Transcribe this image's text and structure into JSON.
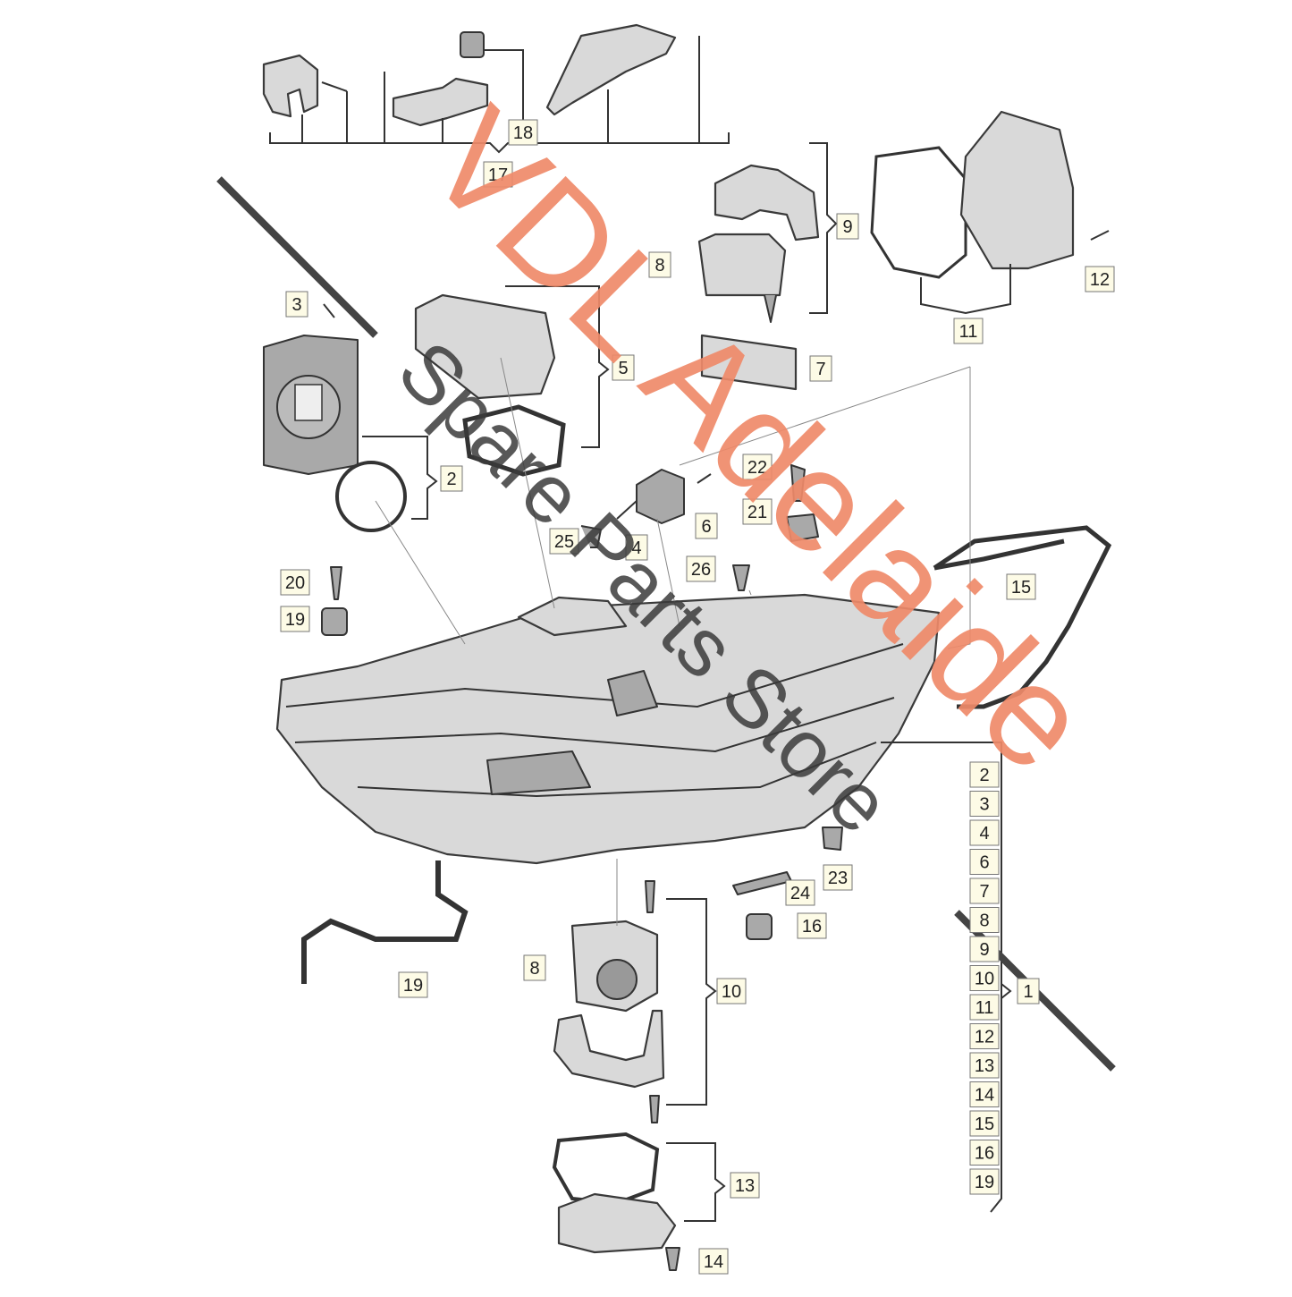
{
  "diagram": {
    "callouts": [
      "1",
      "2",
      "3",
      "4",
      "5",
      "6",
      "7",
      "8",
      "8",
      "9",
      "10",
      "11",
      "12",
      "13",
      "14",
      "15",
      "16",
      "17",
      "18",
      "19",
      "19",
      "20",
      "21",
      "22",
      "23",
      "24",
      "25",
      "26"
    ],
    "assembly_list": [
      "2",
      "3",
      "4",
      "6",
      "7",
      "8",
      "9",
      "10",
      "11",
      "12",
      "13",
      "14",
      "15",
      "16",
      "19"
    ],
    "assembly_label": "1"
  },
  "watermark": {
    "line1": "VDL Adelaide",
    "line2": "Spare Parts Store"
  },
  "colors": {
    "watermark_orange": "#ef8a6a",
    "watermark_gray": "#3b3b3b",
    "label_fill": "#fdfbe6"
  }
}
